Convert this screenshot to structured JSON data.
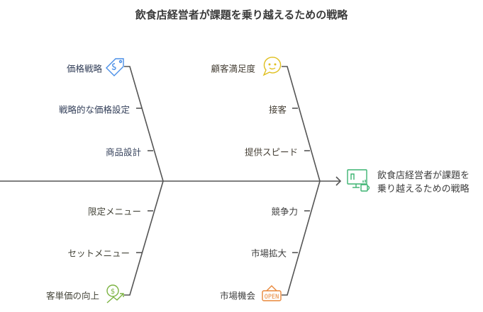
{
  "title": "飲食店経営者が課題を乗り越えるための戦略",
  "head": {
    "line1": "飲食店経営者が課題を",
    "line2": "乗り越えるための戦略",
    "icon": "monitor-coffee-icon",
    "color": "#3cb371"
  },
  "branches": [
    {
      "label": "価格戦略",
      "icon": "price-tag-icon",
      "color": "#4a8fe7",
      "causes": [
        "戦略的な価格設定",
        "商品設計"
      ]
    },
    {
      "label": "客単価の向上",
      "icon": "dollar-growth-icon",
      "color": "#7cb342",
      "causes": [
        "限定メニュー",
        "セットメニュー"
      ]
    },
    {
      "label": "顧客満足度",
      "icon": "smile-chat-icon",
      "color": "#e0c020",
      "causes": [
        "接客",
        "提供スピード"
      ]
    },
    {
      "label": "市場機会",
      "icon": "open-sign-icon",
      "color": "#e8873a",
      "causes": [
        "競争力",
        "市場拡大"
      ],
      "sign_text": "OPEN"
    }
  ]
}
